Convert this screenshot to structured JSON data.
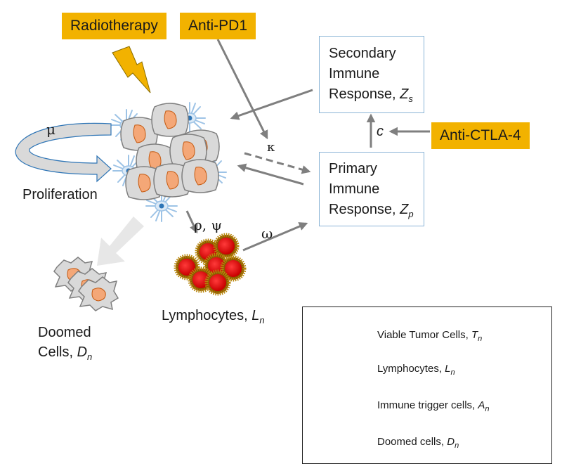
{
  "therapies": {
    "radiotherapy": "Radiotherapy",
    "anti_pd1": "Anti-PD1",
    "anti_ctla4": "Anti-CTLA-4"
  },
  "secondary_box": {
    "line1": "Secondary",
    "line2": "Immune",
    "line3": "Response, ",
    "symbol": "Z",
    "sub": "s"
  },
  "primary_box": {
    "line1": "Primary",
    "line2": "Immune",
    "line3": "Response, ",
    "symbol": "Z",
    "sub": "p"
  },
  "params": {
    "mu": "μ",
    "kappa": "κ",
    "rho_psi": "ρ, ψ",
    "omega": "ω",
    "c": "c"
  },
  "labels": {
    "proliferation": "Proliferation",
    "lymphocytes": "Lymphocytes, ",
    "lymphocytes_symbol": "L",
    "lymphocytes_sub": "n",
    "doomed_line1": "Doomed",
    "doomed_line2": "Cells, ",
    "doomed_symbol": "D",
    "doomed_sub": "n"
  },
  "legend": {
    "items": [
      {
        "text": "Viable Tumor Cells, ",
        "symbol": "T",
        "sub": "n",
        "icon": "viable-tumor-cell-icon"
      },
      {
        "text": "Lymphocytes, ",
        "symbol": "L",
        "sub": "n",
        "icon": "lymphocyte-icon"
      },
      {
        "text": "Immune trigger cells, ",
        "symbol": "A",
        "sub": "n",
        "icon": "immune-trigger-cell-icon"
      },
      {
        "text": "Doomed cells, ",
        "symbol": "D",
        "sub": "n",
        "icon": "doomed-cell-icon"
      }
    ]
  },
  "colors": {
    "therapy_box": "#f2b200",
    "arrow": "#7f7f7f",
    "box_border": "#8ab4d6",
    "tumor_cell": "#d9d9d9",
    "tumor_nucleus": "#f4a777",
    "lymphocyte": "#e00000",
    "trigger_cell": "#9dc3e6"
  }
}
